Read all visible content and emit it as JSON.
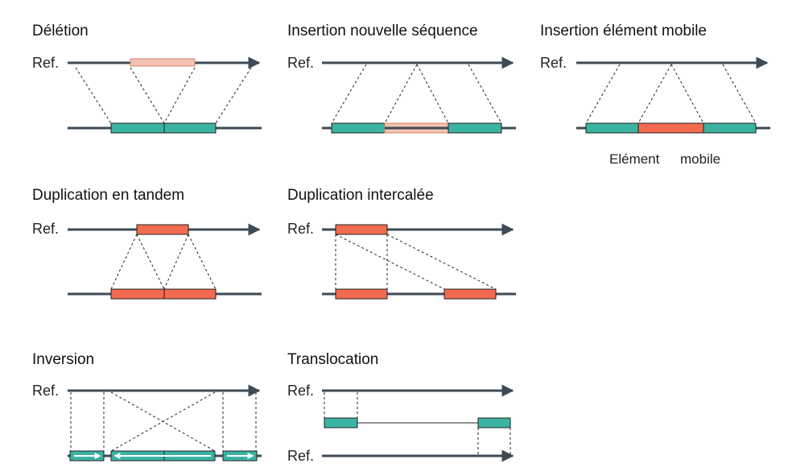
{
  "colors": {
    "axis": "#3d4a56",
    "teal": "#3bb3a3",
    "red": "#f26a4f",
    "pink": "#f3c2b1",
    "pink_stroke": "#d9826e",
    "box_stroke": "#222222",
    "dash": "#222222"
  },
  "ref_label": "Ref.",
  "panels": {
    "deletion": {
      "title": "Délétion"
    },
    "insertion_new": {
      "title": "Insertion nouvelle séquence"
    },
    "insertion_mobile": {
      "title": "Insertion élément mobile",
      "caption_1": "Elément",
      "caption_2": "mobile"
    },
    "dup_tandem": {
      "title": "Duplication en tandem"
    },
    "dup_interspersed": {
      "title": "Duplication intercalée"
    },
    "inversion": {
      "title": "Inversion"
    },
    "translocation": {
      "title": "Translocation"
    }
  }
}
